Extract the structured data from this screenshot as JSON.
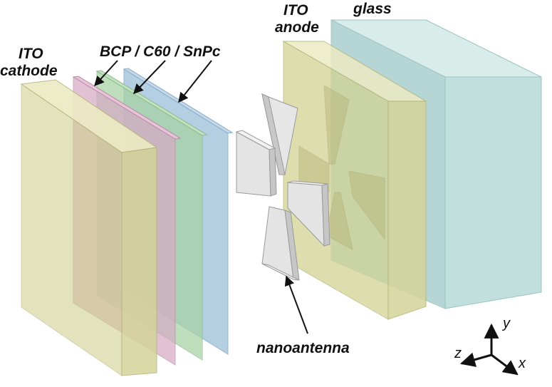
{
  "labels": {
    "ito_cathode_line1": "ITO",
    "ito_cathode_line2": "cathode",
    "stack": "BCP / C60 / SnPc",
    "ito_anode_line1": "ITO",
    "ito_anode_line2": "anode",
    "glass": "glass",
    "nanoantenna": "nanoantenna"
  },
  "axes": {
    "y": "y",
    "z": "z",
    "x": "x"
  },
  "colors": {
    "ito": "#d4d49a",
    "bcp": "#d6a8c4",
    "c60": "#a9d3a6",
    "snpc": "#a7c6de",
    "glass": "#b9dcda",
    "antenna": "#dcdcdc",
    "text": "#111111"
  }
}
